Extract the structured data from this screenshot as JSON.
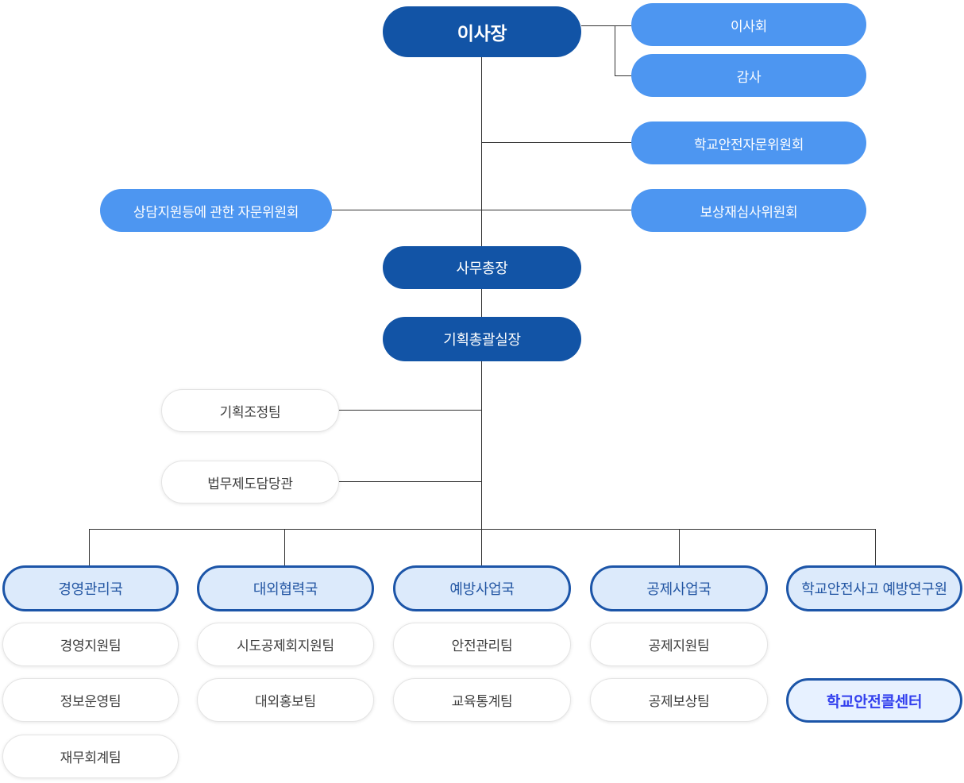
{
  "colors": {
    "dark_blue": "#1254A6",
    "light_blue": "#4D96F1",
    "dept_fill": "#DCEAFB",
    "dept_border": "#1C55A8",
    "dept_text": "#2356A3",
    "white_fill": "#FFFFFF",
    "white_text": "#3D3D3D",
    "callcenter_fill": "#E7F1FF",
    "callcenter_text": "#3340EE",
    "line": "#333333"
  },
  "nodes": {
    "chairman": {
      "label": "이사장"
    },
    "board": {
      "label": "이사회"
    },
    "auditor": {
      "label": "감사"
    },
    "school_safety_advisory": {
      "label": "학교안전자문위원회"
    },
    "compensation_review": {
      "label": "보상재심사위원회"
    },
    "counseling_advisory": {
      "label": "상담지원등에 관한 자문위원회"
    },
    "secretary_general": {
      "label": "사무총장"
    },
    "planning_director": {
      "label": "기획총괄실장"
    },
    "planning_team": {
      "label": "기획조정팀"
    },
    "legal_officer": {
      "label": "법무제도담당관"
    },
    "dept_management": {
      "label": "경영관리국"
    },
    "team_management_support": {
      "label": "경영지원팀"
    },
    "team_info_ops": {
      "label": "정보운영팀"
    },
    "team_finance": {
      "label": "재무회계팀"
    },
    "dept_external": {
      "label": "대외협력국"
    },
    "team_sido_support": {
      "label": "시도공제회지원팀"
    },
    "team_pr": {
      "label": "대외홍보팀"
    },
    "dept_prevention": {
      "label": "예방사업국"
    },
    "team_safety_mgmt": {
      "label": "안전관리팀"
    },
    "team_edu_stats": {
      "label": "교육통계팀"
    },
    "dept_mutual_aid": {
      "label": "공제사업국"
    },
    "team_mutual_support": {
      "label": "공제지원팀"
    },
    "team_mutual_comp": {
      "label": "공제보상팀"
    },
    "research_institute": {
      "label": "학교안전사고 예방연구원"
    },
    "call_center": {
      "label": "학교안전콜센터"
    }
  },
  "hierarchy": {
    "root": "chairman",
    "right_of_root": [
      "board",
      "auditor",
      "school_safety_advisory",
      "compensation_review"
    ],
    "left_of_root": [
      "counseling_advisory"
    ],
    "chain_below_root": [
      "secretary_general",
      "planning_director"
    ],
    "offices_under_planning_director": [
      "planning_team",
      "legal_officer"
    ],
    "departments": {
      "dept_management": [
        "team_management_support",
        "team_info_ops",
        "team_finance"
      ],
      "dept_external": [
        "team_sido_support",
        "team_pr"
      ],
      "dept_prevention": [
        "team_safety_mgmt",
        "team_edu_stats"
      ],
      "dept_mutual_aid": [
        "team_mutual_support",
        "team_mutual_comp"
      ],
      "research_institute": [
        "call_center"
      ]
    }
  }
}
